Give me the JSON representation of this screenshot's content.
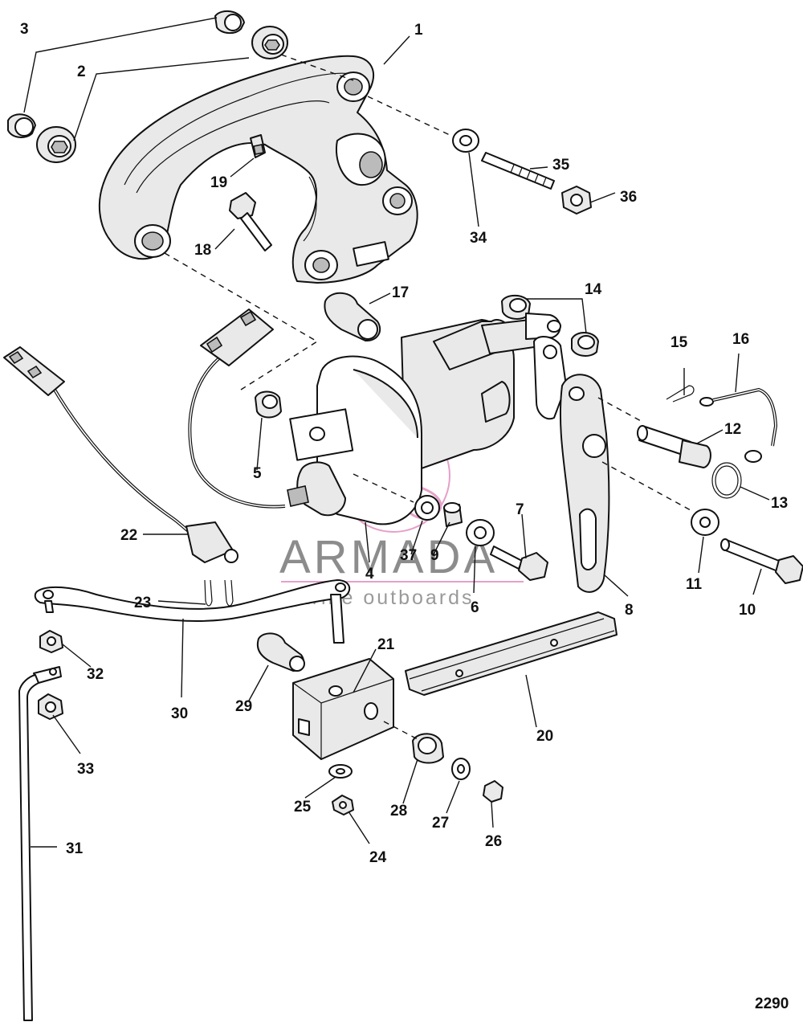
{
  "figure_number": "2290",
  "watermark": {
    "brand": "ARMADA",
    "tagline": "marine outboards",
    "colors": {
      "logo": "#e6a0c8",
      "text": "#8c8c8c"
    }
  },
  "callouts": {
    "c1": "1",
    "c2": "2",
    "c3": "3",
    "c4": "4",
    "c5": "5",
    "c6": "6",
    "c7": "7",
    "c8": "8",
    "c9": "9",
    "c10": "10",
    "c11": "11",
    "c12": "12",
    "c13": "13",
    "c14": "14",
    "c15": "15",
    "c16": "16",
    "c17": "17",
    "c18": "18",
    "c19": "19",
    "c20": "20",
    "c21": "21",
    "c22": "22",
    "c23": "23",
    "c24": "24",
    "c25": "25",
    "c26": "26",
    "c27": "27",
    "c28": "28",
    "c29": "29",
    "c30": "30",
    "c31": "31",
    "c32": "32",
    "c33": "33",
    "c34": "34",
    "c35": "35",
    "c36": "36",
    "c37": "37"
  }
}
